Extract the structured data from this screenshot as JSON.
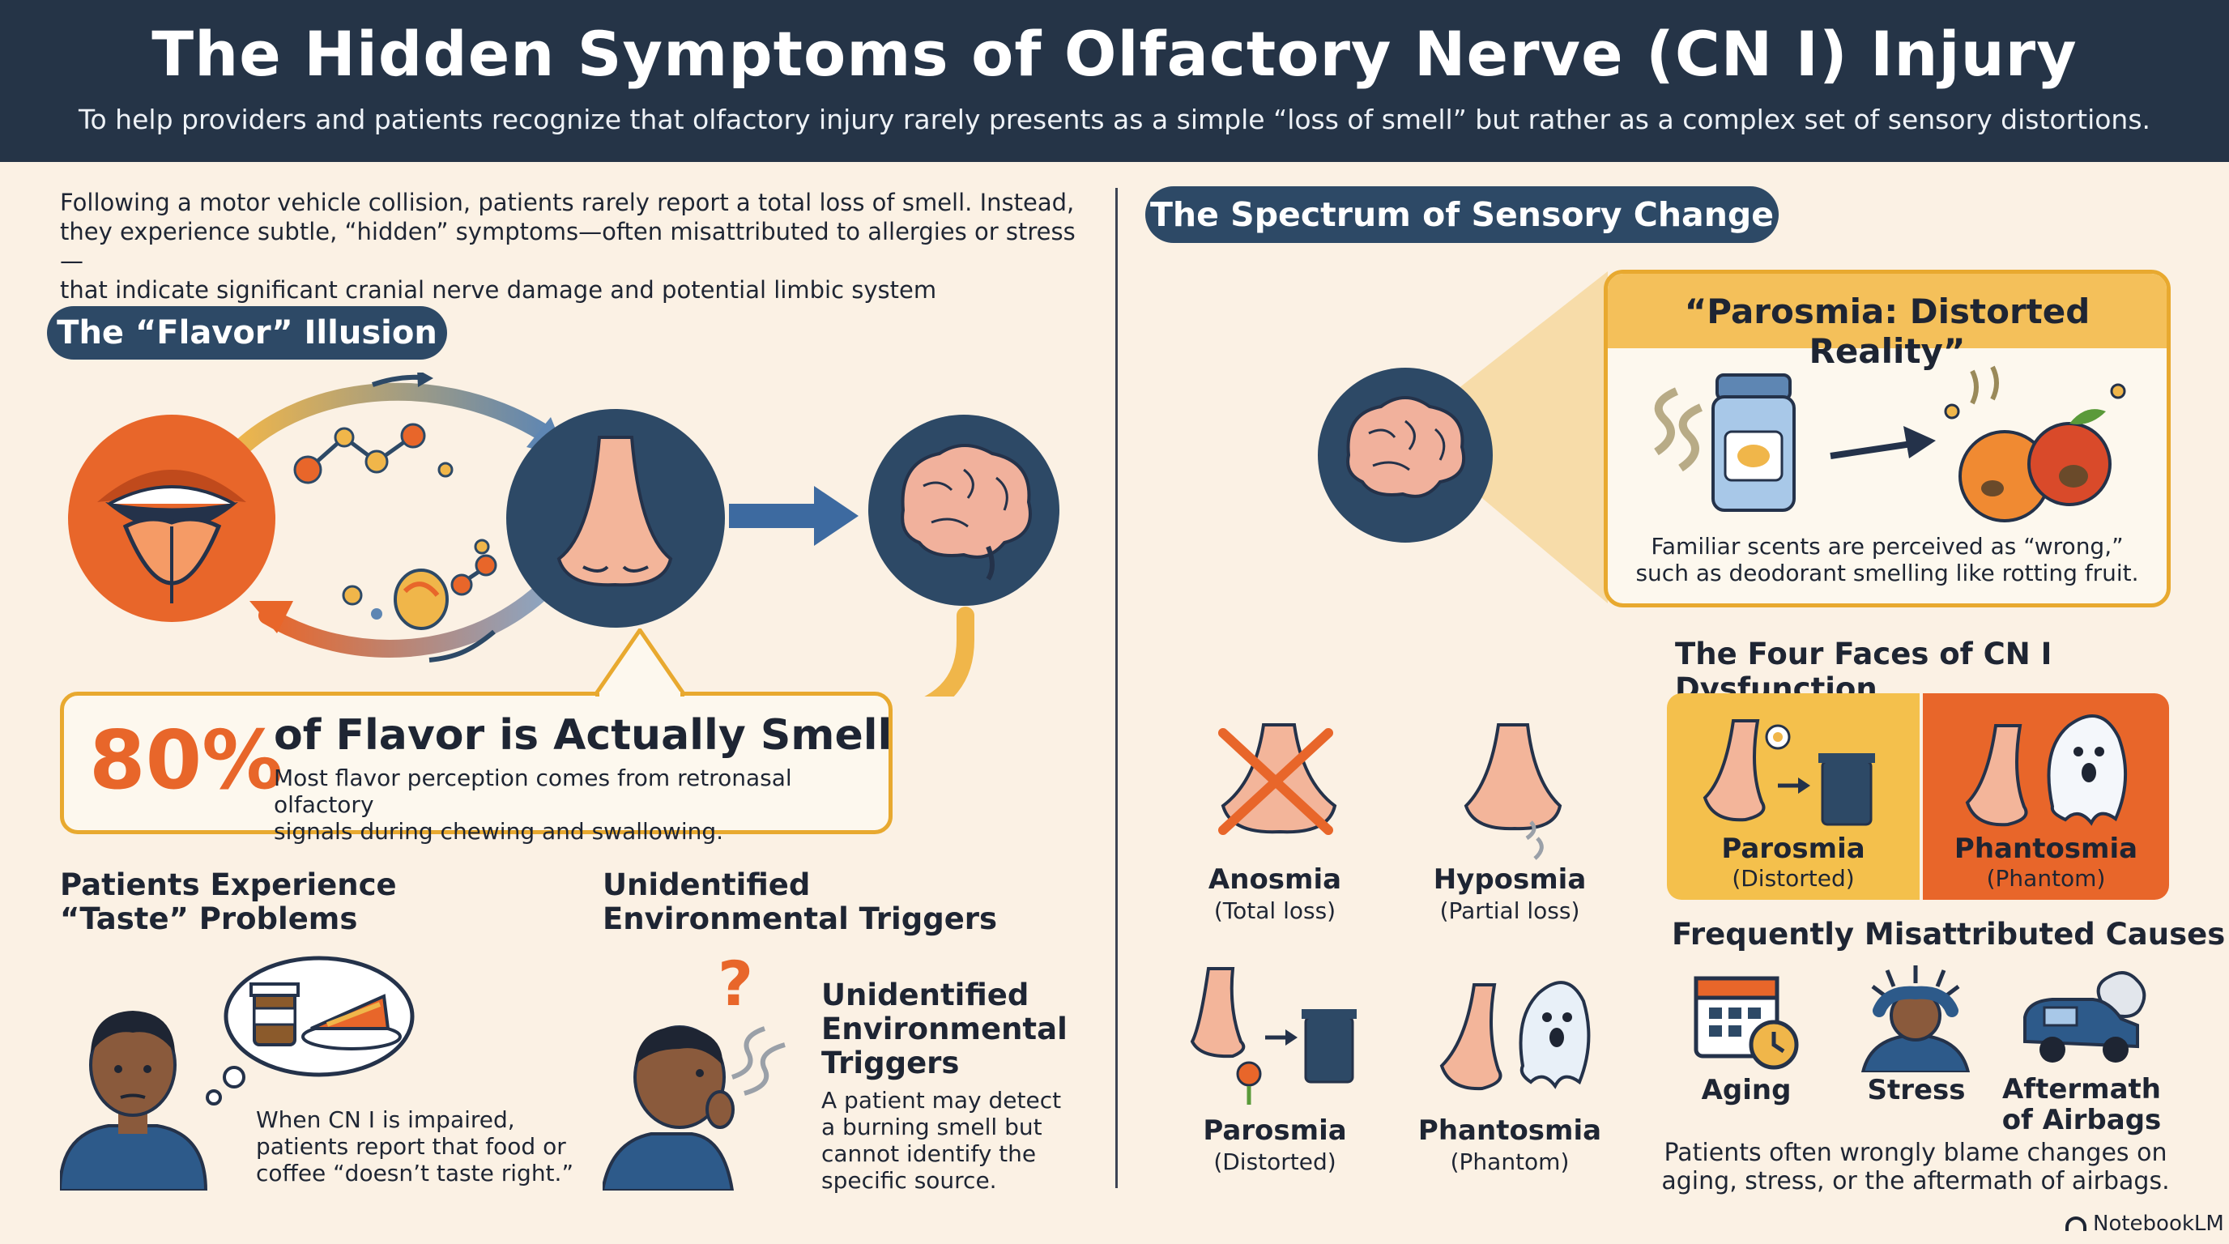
{
  "header": {
    "title": "The Hidden Symptoms of Olfactory Nerve (CN I) Injury",
    "subtitle": "To help providers and patients recognize that olfactory injury rarely presents as a simple “loss of smell” but rather as a complex set of sensory distortions."
  },
  "intro": {
    "line1": "Following a motor vehicle collision, patients rarely report a total loss of smell. Instead,",
    "line2": "they experience subtle, “hidden” symptoms—often misattributed to allergies or stress—",
    "line3": "that indicate significant cranial nerve damage and potential limbic system involvement."
  },
  "flavor": {
    "pill": "The “Flavor” Illusion",
    "stat_value": "80%",
    "stat_heading": "of Flavor is Actually Smell",
    "stat_desc_1": "Most flavor perception comes from retronasal olfactory",
    "stat_desc_2": "signals during chewing and swallowing."
  },
  "taste": {
    "heading_1": "Patients Experience",
    "heading_2": "“Taste” Problems",
    "desc_1": "When CN I is impaired,",
    "desc_2": "patients report that food or",
    "desc_3": "coffee “doesn’t taste right.”"
  },
  "triggers": {
    "heading_1": "Unidentified",
    "heading_2": "Environmental Triggers",
    "question": "?",
    "sub_heading_1": "Unidentified",
    "sub_heading_2": "Environmental",
    "sub_heading_3": "Triggers",
    "desc_1": "A patient may detect",
    "desc_2": "a burning smell but",
    "desc_3": "cannot identify the",
    "desc_4": "specific source."
  },
  "spectrum": {
    "pill": "The Spectrum of Sensory Change",
    "parosmia_title": "“Parosmia: Distorted Reality”",
    "parosmia_desc_1": "Familiar scents are perceived as “wrong,”",
    "parosmia_desc_2": "such as deodorant smelling like rotting fruit.",
    "four_faces_title": "The Four Faces of CN I Dysfunction",
    "faces": [
      {
        "name": "Anosmia",
        "sub": "(Total loss)"
      },
      {
        "name": "Hyposmia",
        "sub": "(Partial loss)"
      },
      {
        "name": "Parosmia",
        "sub": "(Distorted)"
      },
      {
        "name": "Phantosmia",
        "sub": "(Phantom)"
      }
    ],
    "cards": [
      {
        "name": "Parosmia",
        "sub": "(Distorted)"
      },
      {
        "name": "Phantosmia",
        "sub": "(Phantom)"
      }
    ]
  },
  "causes": {
    "title": "Frequently Misattributed Causes",
    "items": [
      {
        "label_1": "Aging",
        "label_2": ""
      },
      {
        "label_1": "Stress",
        "label_2": ""
      },
      {
        "label_1": "Aftermath",
        "label_2": "of Airbags"
      }
    ],
    "desc_1": "Patients often wrongly blame changes on",
    "desc_2": "aging, stress, or the aftermath of airbags."
  },
  "footer": {
    "brand": "NotebookLM"
  },
  "colors": {
    "navy": "#2d4966",
    "header": "#253447",
    "orange": "#e8662a",
    "gold": "#e8a92f",
    "background": "#fbf1e4"
  }
}
